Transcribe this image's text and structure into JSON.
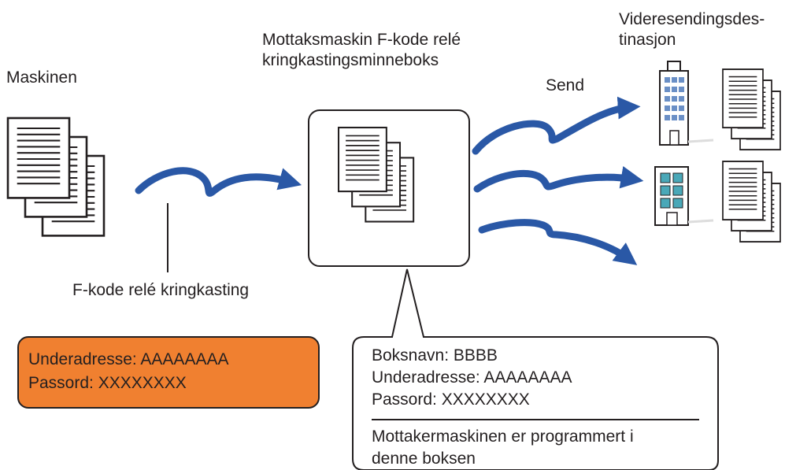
{
  "labels": {
    "source_machine": "Maskinen",
    "relay_box_title_line1": "Mottaksmaskin F-kode relé",
    "relay_box_title_line2": "kringkastingsminneboks",
    "destination_line1": "Videresendingsdes-",
    "destination_line2": "tinasjon",
    "send": "Send",
    "relay_broadcast": "F-kode relé kringkasting"
  },
  "sender_settings": {
    "subaddress": "Underadresse: AAAAAAAA",
    "password": "Passord: XXXXXXXX"
  },
  "box_callout": {
    "box_name": "Boksnavn: BBBB",
    "subaddress": "Underadresse: AAAAAAAA",
    "password": "Passord: XXXXXXXX",
    "note_line1": "Mottakermaskinen er programmert i",
    "note_line2": "denne boksen"
  },
  "colors": {
    "arrow": "#2a58a6",
    "orange": "#f08030",
    "building_window": "#6a8fc6",
    "building_window_teal": "#4aa8b8",
    "outline": "#231f20"
  },
  "icons": [
    "document-stack-icon",
    "office-building-icon",
    "small-building-icon",
    "arrow-icon"
  ]
}
